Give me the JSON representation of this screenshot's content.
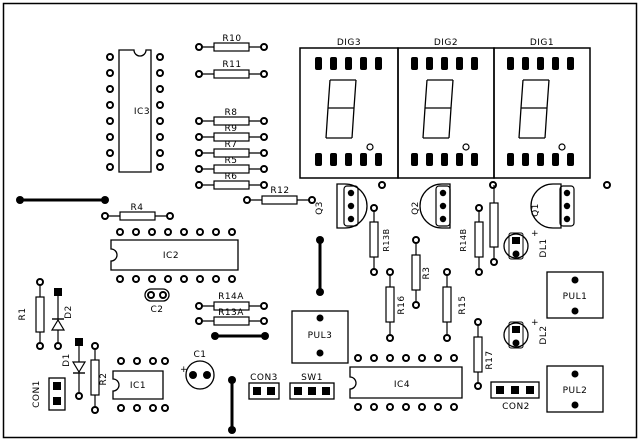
{
  "labels": {
    "ic1": "IC1",
    "ic2": "IC2",
    "ic3": "IC3",
    "ic4": "IC4",
    "r1": "R1",
    "r2": "R2",
    "r3": "R3",
    "r4": "R4",
    "r5": "R5",
    "r6": "R6",
    "r7": "R7",
    "r8": "R8",
    "r9": "R9",
    "r10": "R10",
    "r11": "R11",
    "r12": "R12",
    "r13a": "R13A",
    "r13b": "R13B",
    "r14a": "R14A",
    "r14b": "R14B",
    "r15": "R15",
    "r16": "R16",
    "r17": "R17",
    "c1": "C1",
    "c2": "C2",
    "d1": "D1",
    "d2": "D2",
    "dl1": "DL1",
    "dl2": "DL2",
    "q1": "Q1",
    "q2": "Q2",
    "q3": "Q3",
    "dig1": "DIG1",
    "dig2": "DIG2",
    "dig3": "DIG3",
    "pul1": "PUL1",
    "pul2": "PUL2",
    "pul3": "PUL3",
    "con1": "CON1",
    "con2": "CON2",
    "con3": "CON3",
    "sw1": "SW1",
    "plus": "+"
  }
}
